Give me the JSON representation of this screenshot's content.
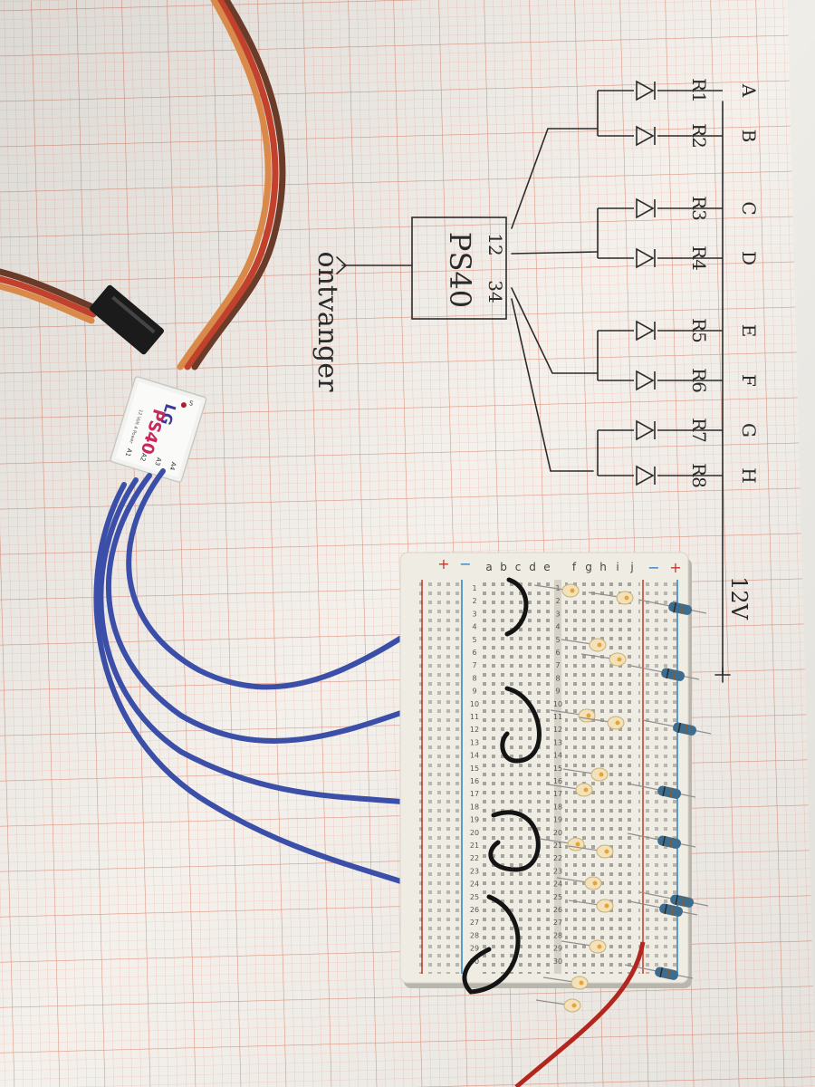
{
  "schematic": {
    "channels": [
      "A",
      "B",
      "C",
      "D",
      "E",
      "F",
      "G",
      "H"
    ],
    "resistors": [
      "R1",
      "R2",
      "R3",
      "R4",
      "R5",
      "R6",
      "R7",
      "R8"
    ],
    "module_label": "PS40",
    "module_pins_top": "12",
    "module_pins_bottom": "34",
    "receiver_label": "ontvanger",
    "supply_label": "12V",
    "supply_sign": "+"
  },
  "module": {
    "brand": "LG",
    "name": "PS40",
    "subtitle": "12 Volt 4 Power",
    "pin_labels": [
      "A1",
      "A2",
      "A3",
      "A4"
    ],
    "signal_label": "S"
  },
  "breadboard": {
    "columns_left": [
      "a",
      "b",
      "c",
      "d",
      "e"
    ],
    "columns_right": [
      "f",
      "g",
      "h",
      "i",
      "j"
    ],
    "rails_plus": "+",
    "rails_minus": "−",
    "row_numbers": [
      "1",
      "2",
      "3",
      "4",
      "5",
      "6",
      "7",
      "8",
      "9",
      "10",
      "11",
      "12",
      "13",
      "14",
      "15",
      "16",
      "17",
      "18",
      "19",
      "20",
      "21",
      "22",
      "23",
      "24",
      "25",
      "26",
      "27",
      "28",
      "29",
      "30"
    ]
  },
  "colors": {
    "grid_paper": "#f2efe9",
    "grid_line": "#e8a08f",
    "servo_brown": "#6b3b2a",
    "servo_red": "#c2412c",
    "servo_orange": "#d98a4a",
    "jumper_blue": "#3b4fa8",
    "jumper_black": "#141414",
    "breadboard": "#efece4",
    "resistor_body": "#3e6c8c",
    "led": "#f3e2b9"
  }
}
